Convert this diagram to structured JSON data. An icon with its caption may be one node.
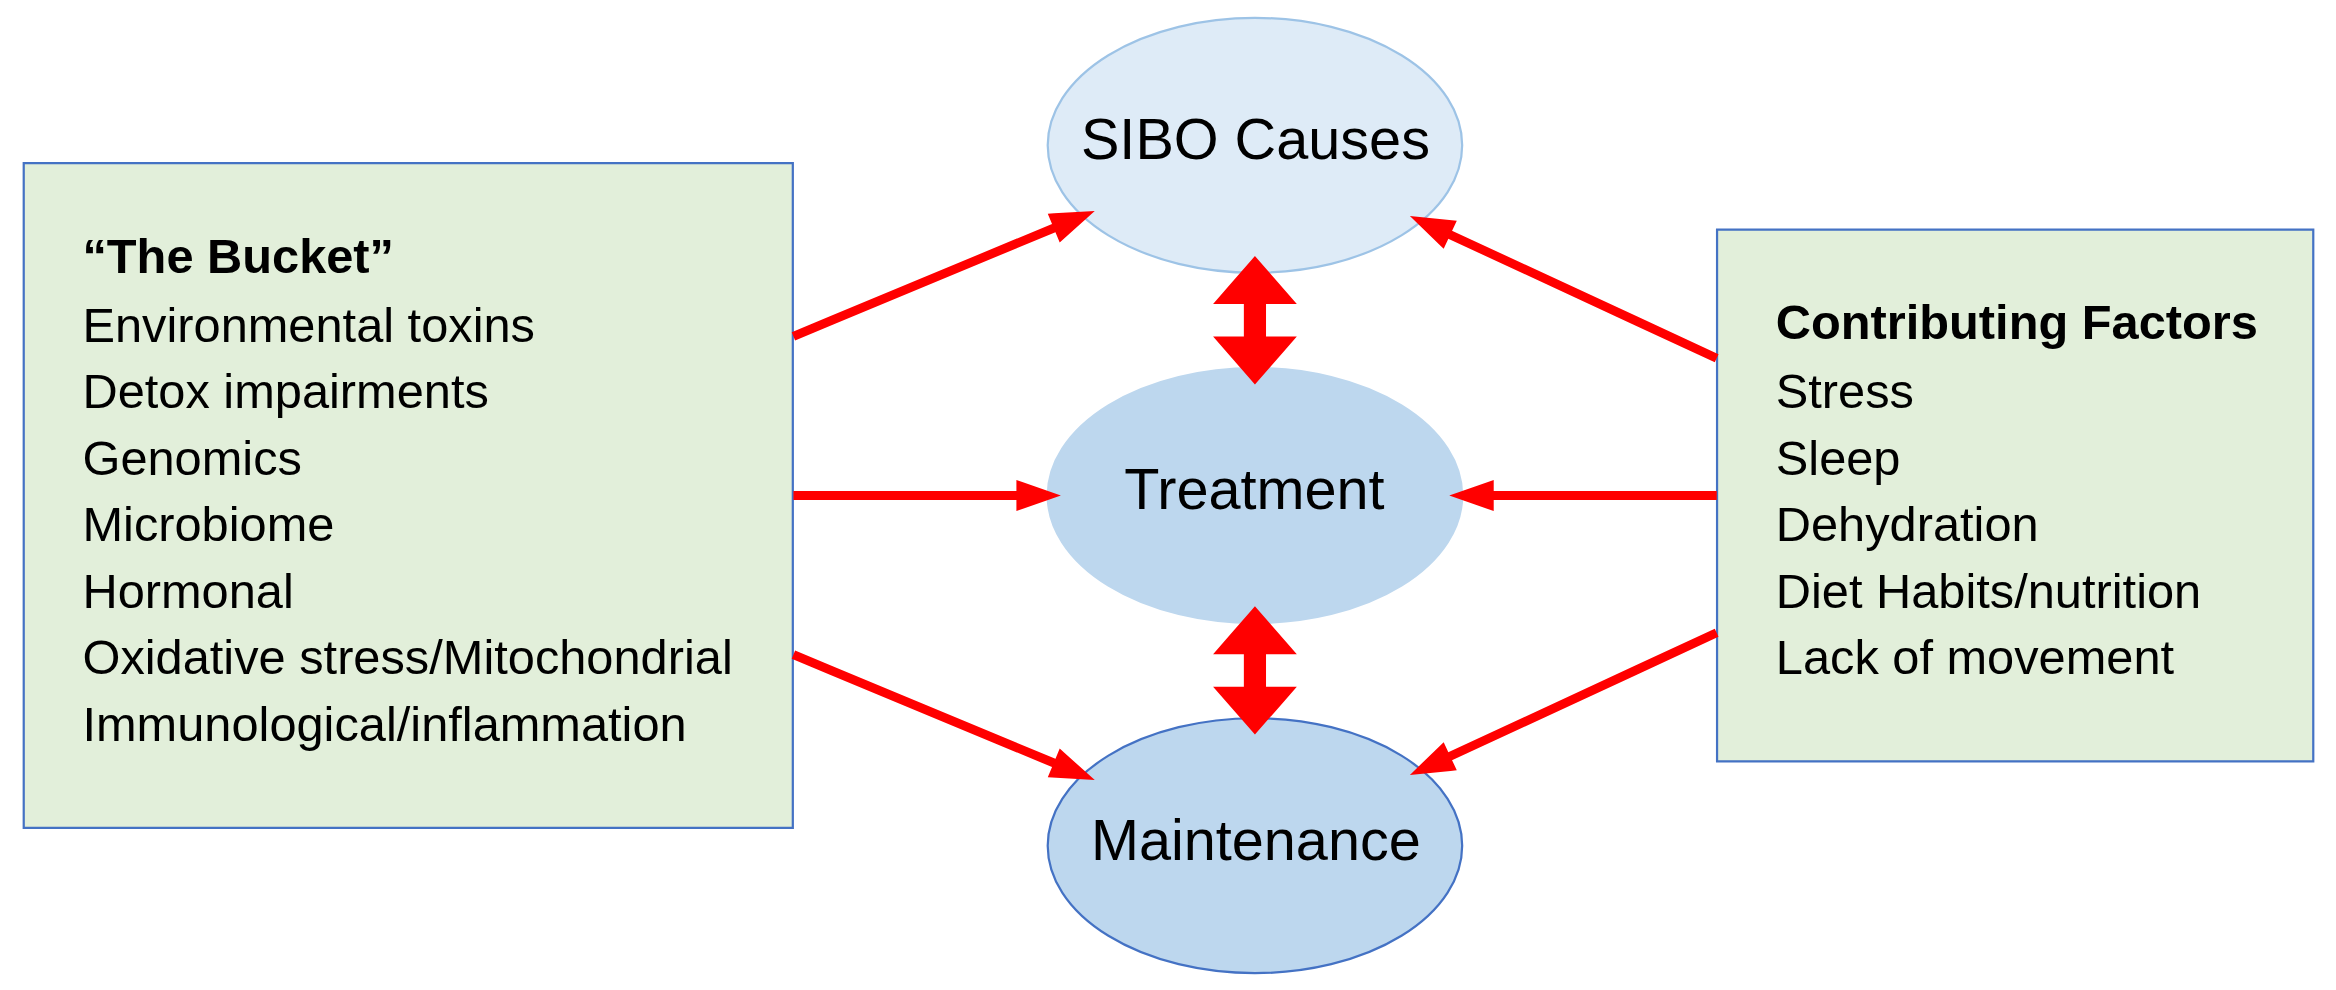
{
  "diagram": {
    "nodes": [
      {
        "text": [
          "“The Bucket”",
          "Environmental toxins",
          "Detox impairments",
          "Genomics",
          "Microbiome",
          "Hormonal",
          "Oxidative stress/Mitochondrial",
          "Immunological/inflammation"
        ]
      },
      {
        "text": [
          "SIBO Causes"
        ]
      },
      {
        "text": [
          "Treatment"
        ]
      },
      {
        "text": [
          "Maintenance"
        ]
      },
      {
        "text": [
          "Contributing Factors",
          "Stress",
          "Sleep",
          "Dehydration",
          "Diet Habits/nutrition",
          "Lack of movement"
        ]
      }
    ],
    "edges": [
      {
        "from": 0,
        "to": 1,
        "arrow": "to"
      },
      {
        "from": 0,
        "to": 2,
        "arrow": "to"
      },
      {
        "from": 0,
        "to": 3,
        "arrow": "to"
      },
      {
        "from": 1,
        "to": 2,
        "arrow": "both",
        "style": "thick"
      },
      {
        "from": 2,
        "to": 3,
        "arrow": "both",
        "style": "thick"
      },
      {
        "from": 4,
        "to": 1,
        "arrow": "to"
      },
      {
        "from": 4,
        "to": 2,
        "arrow": "to"
      },
      {
        "from": 4,
        "to": 3,
        "arrow": "to"
      }
    ]
  }
}
